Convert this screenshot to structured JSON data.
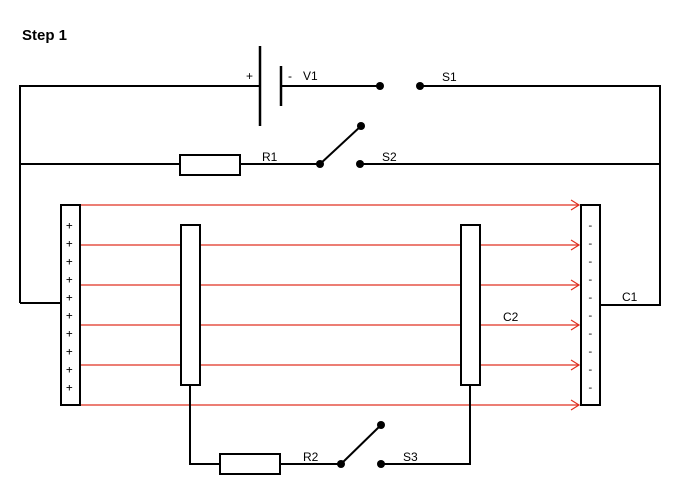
{
  "title": "Step 1",
  "battery": {
    "name": "V1",
    "plus": "+",
    "minus": "-"
  },
  "switches": {
    "s1": "S1",
    "s2": "S2",
    "s3": "S3"
  },
  "resistors": {
    "r1": "R1",
    "r2": "R2"
  },
  "capacitors": {
    "c1": "C1",
    "c2": "C2"
  },
  "plate_signs": {
    "positive": "+",
    "negative": "-",
    "count": 10
  },
  "field_line_color": "#e03020"
}
